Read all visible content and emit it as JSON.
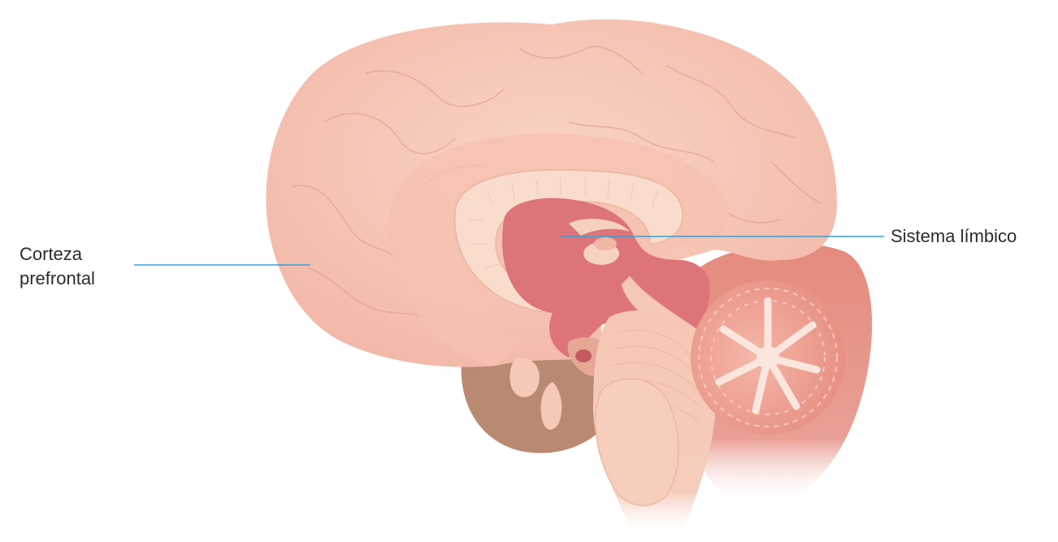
{
  "labels": {
    "prefrontal_line1": "Corteza",
    "prefrontal_line2": "prefrontal",
    "limbic": "Sistema límbico"
  },
  "colors": {
    "background": "#ffffff",
    "leader_line": "#3a9fd6",
    "cortex": "#f5c6b8",
    "cortex_fold": "#e8a99a",
    "limbic_inner": "#dd7479",
    "corpus_callosum": "#f9d8c8",
    "brainstem": "#f6c8b4",
    "cerebellum": "#ef9e8e",
    "temporal": "#b98a72",
    "text": "#2b2b2b"
  }
}
